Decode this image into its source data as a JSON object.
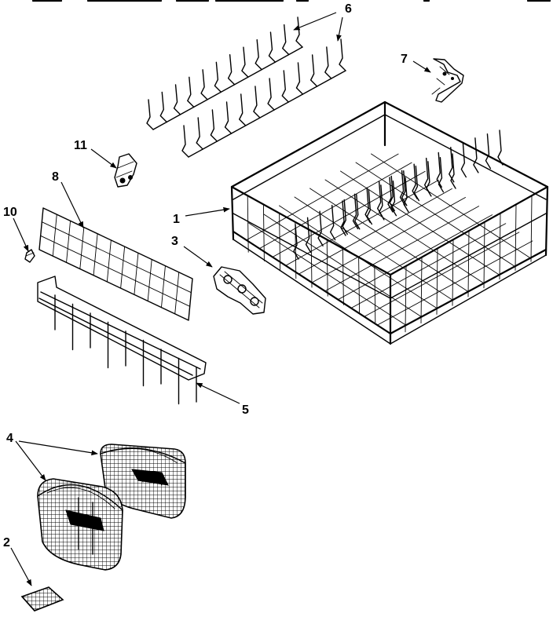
{
  "diagram": {
    "callouts": [
      {
        "id": "c1",
        "label": "1"
      },
      {
        "id": "c2",
        "label": "2"
      },
      {
        "id": "c3",
        "label": "3"
      },
      {
        "id": "c4",
        "label": "4"
      },
      {
        "id": "c5",
        "label": "5"
      },
      {
        "id": "c6",
        "label": "6"
      },
      {
        "id": "c7",
        "label": "7"
      },
      {
        "id": "c8",
        "label": "8"
      },
      {
        "id": "c10",
        "label": "10"
      },
      {
        "id": "c11",
        "label": "11"
      }
    ],
    "colors": {
      "ink": "#000000",
      "paper": "#ffffff"
    }
  }
}
